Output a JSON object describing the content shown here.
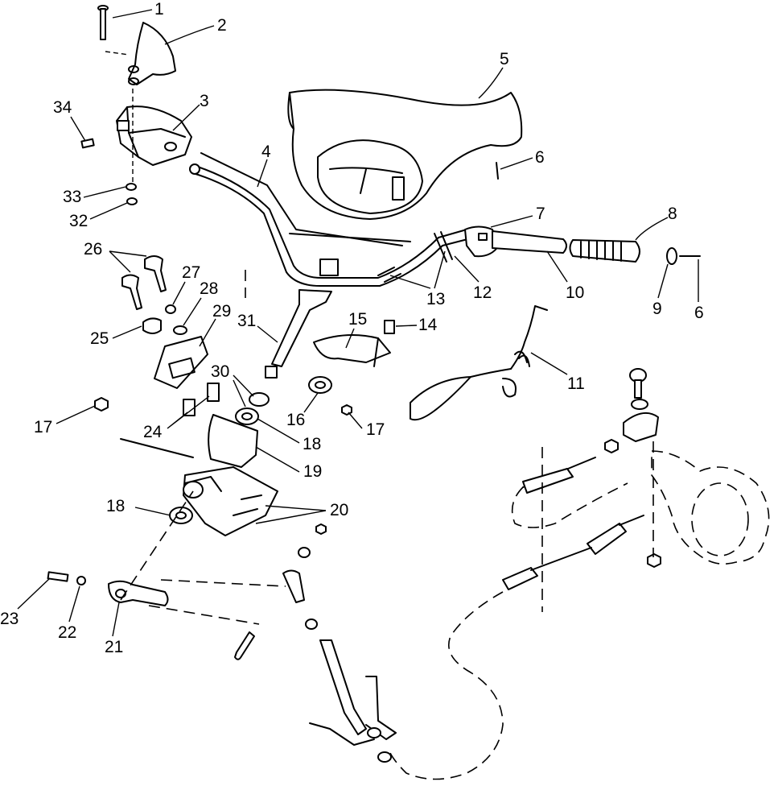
{
  "callouts": [
    {
      "id": "c1",
      "label": "1"
    },
    {
      "id": "c2",
      "label": "2"
    },
    {
      "id": "c3",
      "label": "3"
    },
    {
      "id": "c4",
      "label": "4"
    },
    {
      "id": "c5",
      "label": "5"
    },
    {
      "id": "c6a",
      "label": "6"
    },
    {
      "id": "c6b",
      "label": "6"
    },
    {
      "id": "c7",
      "label": "7"
    },
    {
      "id": "c8",
      "label": "8"
    },
    {
      "id": "c9",
      "label": "9"
    },
    {
      "id": "c10",
      "label": "10"
    },
    {
      "id": "c11",
      "label": "11"
    },
    {
      "id": "c12",
      "label": "12"
    },
    {
      "id": "c13",
      "label": "13"
    },
    {
      "id": "c14",
      "label": "14"
    },
    {
      "id": "c15",
      "label": "15"
    },
    {
      "id": "c16",
      "label": "16"
    },
    {
      "id": "c17a",
      "label": "17"
    },
    {
      "id": "c17b",
      "label": "17"
    },
    {
      "id": "c18a",
      "label": "18"
    },
    {
      "id": "c18b",
      "label": "18"
    },
    {
      "id": "c19",
      "label": "19"
    },
    {
      "id": "c20",
      "label": "20"
    },
    {
      "id": "c21",
      "label": "21"
    },
    {
      "id": "c22",
      "label": "22"
    },
    {
      "id": "c23",
      "label": "23"
    },
    {
      "id": "c24",
      "label": "24"
    },
    {
      "id": "c25",
      "label": "25"
    },
    {
      "id": "c26",
      "label": "26"
    },
    {
      "id": "c27",
      "label": "27"
    },
    {
      "id": "c28",
      "label": "28"
    },
    {
      "id": "c29",
      "label": "29"
    },
    {
      "id": "c30",
      "label": "30"
    },
    {
      "id": "c31",
      "label": "31"
    },
    {
      "id": "c32",
      "label": "32"
    },
    {
      "id": "c33",
      "label": "33"
    },
    {
      "id": "c34",
      "label": "34"
    }
  ]
}
